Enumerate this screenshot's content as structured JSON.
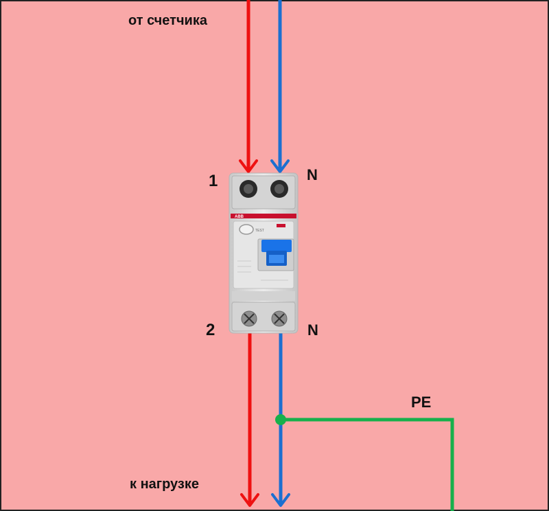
{
  "diagram": {
    "labels": {
      "from_meter": "от счетчика",
      "to_load": "к нагрузке",
      "term_top_phase": "1",
      "term_top_neutral": "N",
      "term_bottom_phase": "2",
      "term_bottom_neutral": "N",
      "pe": "PE"
    },
    "device": {
      "brand": "ABB",
      "test_label": "TEST"
    },
    "colors": {
      "background": "#f9a8a8",
      "phase": "#ee1111",
      "neutral": "#1c6fd0",
      "earth": "#17b04b",
      "device_body": "#dcdcdc",
      "device_stripe": "#c8102e",
      "handle": "#1a73e8"
    }
  }
}
